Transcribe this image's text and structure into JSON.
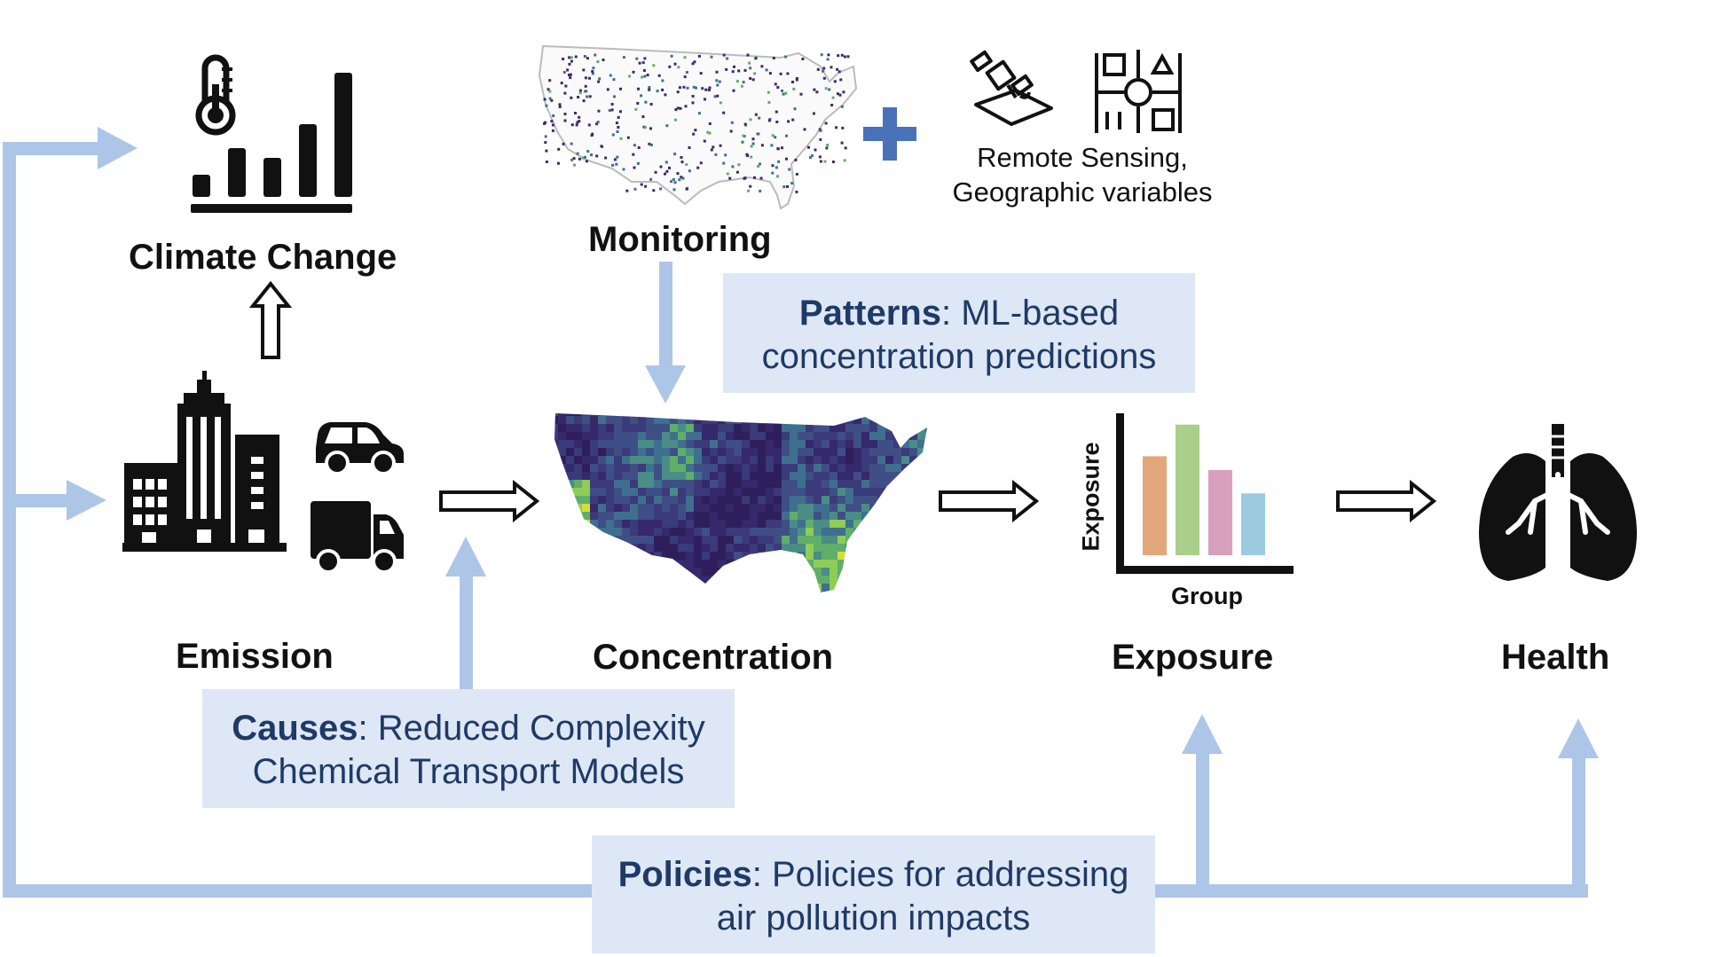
{
  "labels": {
    "climate_change": "Climate Change",
    "monitoring": "Monitoring",
    "emission": "Emission",
    "concentration": "Concentration",
    "exposure": "Exposure",
    "health": "Health"
  },
  "remote_sensing": {
    "line1": "Remote Sensing,",
    "line2": "Geographic variables"
  },
  "patterns_box": {
    "bold": "Patterns",
    "text1": ": ML-based",
    "text2": "concentration predictions"
  },
  "causes_box": {
    "bold": "Causes",
    "text1": ": Reduced Complexity",
    "text2": "Chemical Transport Models"
  },
  "policies_box": {
    "bold": "Policies",
    "text1": ": Policies for addressing",
    "text2": "air pollution impacts"
  },
  "exposure_chart": {
    "ylabel": "Exposure",
    "xlabel": "Group",
    "bars": [
      {
        "value": 0.72,
        "color": "#e2a77a"
      },
      {
        "value": 0.95,
        "color": "#a9cf8a"
      },
      {
        "value": 0.62,
        "color": "#d8a0bd"
      },
      {
        "value": 0.45,
        "color": "#9ccbe0"
      }
    ]
  },
  "colors": {
    "flow_arrow": "#adc6e8",
    "box_bg": "#dde7f5",
    "box_text": "#1f3a66",
    "plus": "#4a72b8",
    "map_dark": "#3b2a6e",
    "map_mid": "#3f6f8f",
    "map_light": "#7fc46a"
  },
  "icons": [
    "thermometer-icon",
    "bar-chart-icon",
    "buildings-icon",
    "car-icon",
    "truck-icon",
    "satellite-icon",
    "geography-icon",
    "lungs-icon",
    "plus-icon"
  ]
}
